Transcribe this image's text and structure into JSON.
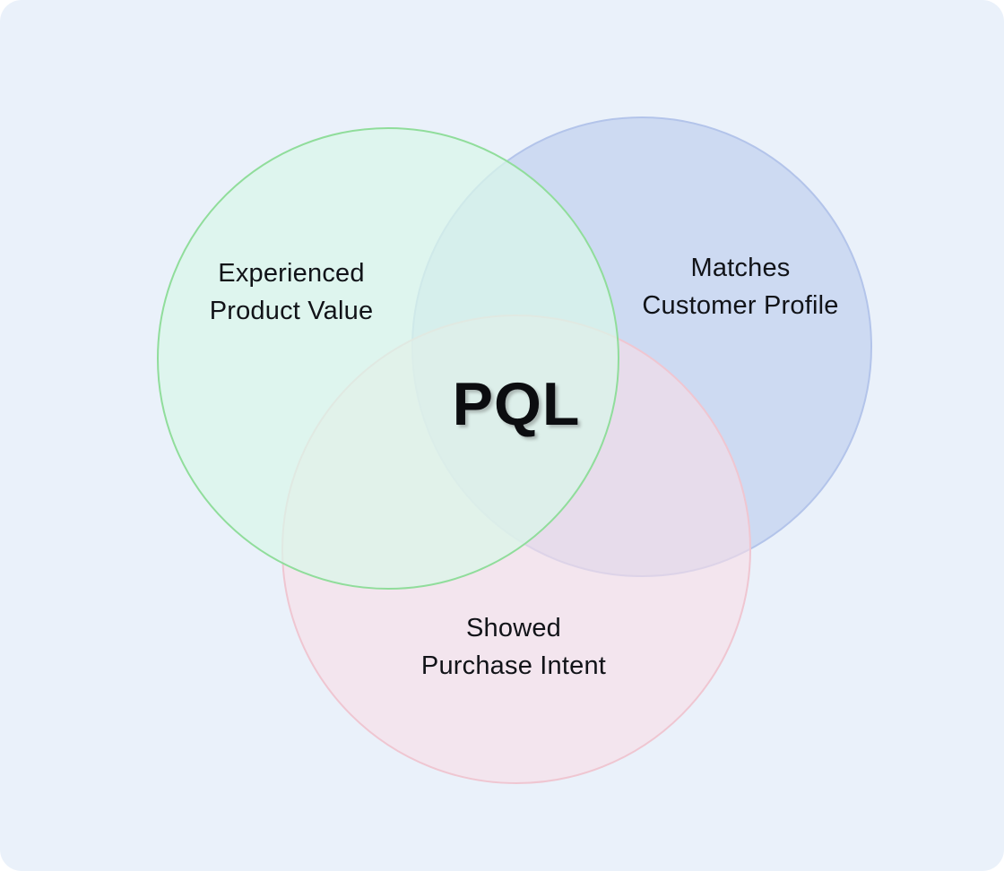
{
  "diagram": {
    "type": "venn",
    "background_color": "#EAF1FA",
    "center_label": "PQL",
    "circles": [
      {
        "id": "experienced-product-value",
        "label": "Experienced\nProduct Value",
        "fill": "rgba(217, 246, 233, 0.72)",
        "stroke": "#90DD9B"
      },
      {
        "id": "matches-customer-profile",
        "label": "Matches\nCustomer Profile",
        "fill": "rgba(187, 203, 238, 0.62)",
        "stroke": "#B3C4EA"
      },
      {
        "id": "showed-purchase-intent",
        "label": "Showed\nPurchase Intent",
        "fill": "rgba(248, 222, 230, 0.60)",
        "stroke": "#EFC6D1"
      }
    ]
  }
}
